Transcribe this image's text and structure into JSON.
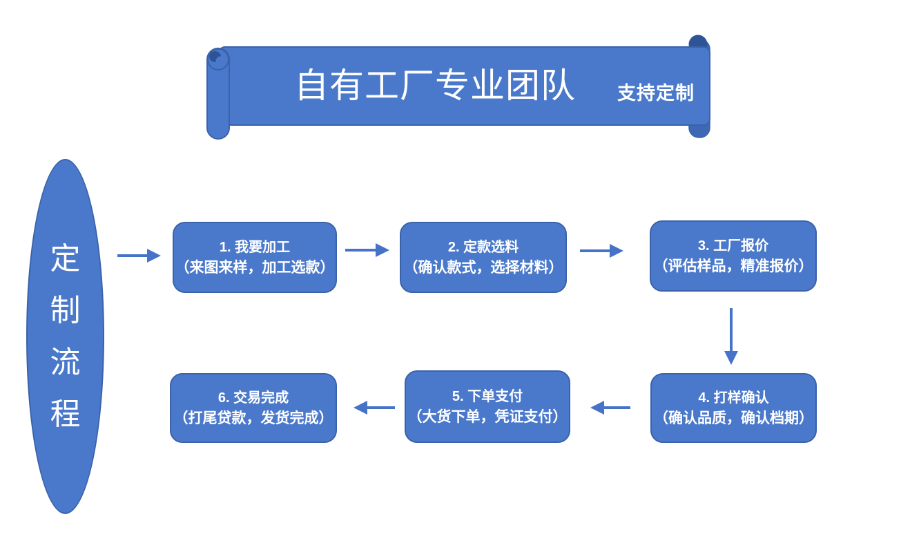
{
  "colors": {
    "bg": "#ffffff",
    "shape_fill": "#4a79cb",
    "shape_border": "#3a62a9",
    "shape_mid": "#3d68b3",
    "shape_dark": "#2f5496",
    "arrow_color": "#4673c8",
    "text_on_shape": "#ffffff"
  },
  "banner": {
    "title": "自有工厂专业团队",
    "badge": "支持定制"
  },
  "process_label": {
    "text": "定制流程"
  },
  "steps": [
    {
      "title": "1. 我要加工",
      "subtitle": "（来图来样，加工选款）"
    },
    {
      "title": "2. 定款选料",
      "subtitle": "（确认款式，选择材料）"
    },
    {
      "title": "3. 工厂报价",
      "subtitle": "（评估样品，精准报价）"
    },
    {
      "title": "4. 打样确认",
      "subtitle": "（确认品质，确认档期）"
    },
    {
      "title": "5. 下单支付",
      "subtitle": "（大货下单，凭证支付）"
    },
    {
      "title": "6. 交易完成",
      "subtitle": "（打尾贷款，发货完成）"
    }
  ]
}
